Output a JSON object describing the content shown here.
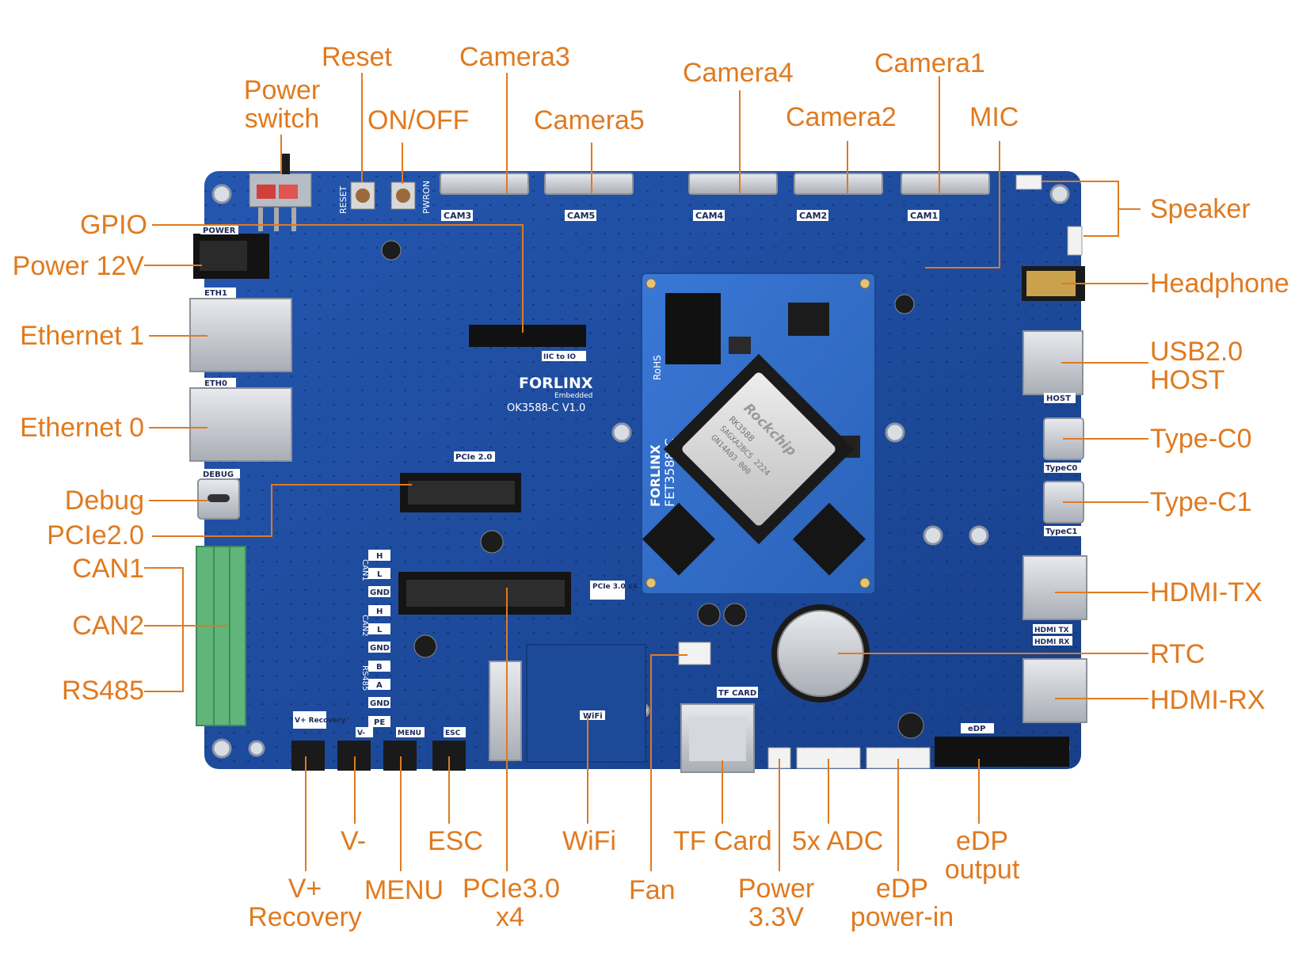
{
  "board": {
    "brand": "FORLINX",
    "brand_sub": "Embedded",
    "model": "OK3588-C V1.0",
    "som_brand": "FORLINX",
    "som_model": "FET3588-C",
    "som_rohs": "RoHS",
    "chip_brand": "Rockchip",
    "chip_line1": "RK3588",
    "chip_line2": "SAGXA2BC5 2224",
    "chip_line3": "GN14A03 000",
    "silk": {
      "power": "POWER",
      "eth1": "ETH1",
      "eth0": "ETH0",
      "debug": "DEBUG",
      "reset": "RESET",
      "pwron": "PWRON",
      "cam3": "CAM3",
      "cam5": "CAM5",
      "cam4": "CAM4",
      "cam2": "CAM2",
      "cam1": "CAM1",
      "host": "HOST",
      "typec0": "TypeC0",
      "typec1": "TypeC1",
      "hdmi_tx": "HDMI TX",
      "hdmi_rx": "HDMI RX",
      "pcie2": "PCIe 2.0",
      "pcie3": "PCIe 3.0 x4",
      "wifi": "WiFi",
      "tf_card": "TF CARD",
      "edp": "eDP",
      "iic_io": "IIC to IO",
      "can1": "CAN1",
      "can2": "CAN2",
      "rs485": "RS485",
      "h": "H",
      "l": "L",
      "gnd": "GND",
      "b": "B",
      "a": "A",
      "pe": "PE",
      "vplus_recovery": "V+ Recovery",
      "vminus": "V-",
      "menu": "MENU",
      "esc": "ESC"
    }
  },
  "labels": {
    "power_switch": "Power\nswitch",
    "reset": "Reset",
    "on_off": "ON/OFF",
    "camera3": "Camera3",
    "camera5": "Camera5",
    "camera4": "Camera4",
    "camera2": "Camera2",
    "camera1": "Camera1",
    "mic": "MIC",
    "speaker": "Speaker",
    "headphone": "Headphone",
    "usb_host": "USB2.0\nHOST",
    "type_c0": "Type-C0",
    "type_c1": "Type-C1",
    "hdmi_tx": "HDMI-TX",
    "rtc": "RTC",
    "hdmi_rx": "HDMI-RX",
    "gpio": "GPIO",
    "power_12v": "Power 12V",
    "ethernet1": "Ethernet 1",
    "ethernet0": "Ethernet 0",
    "debug": "Debug",
    "pcie20": "PCIe2.0",
    "can1": "CAN1",
    "can2": "CAN2",
    "rs485": "RS485",
    "v_plus_recovery": "V+\nRecovery",
    "v_minus": "V-",
    "menu": "MENU",
    "esc": "ESC",
    "pcie30": "PCIe3.0\nx4",
    "wifi": "WiFi",
    "fan": "Fan",
    "tf_card": "TF Card",
    "power_33v": "Power\n3.3V",
    "adc": "5x ADC",
    "edp_power_in": "eDP\npower-in",
    "edp_output": "eDP\noutput"
  },
  "colors": {
    "label": "#e07a1f",
    "pcb": "#1f4fa0",
    "pcb_dark": "#173e85",
    "connector_silver": "#c9ccd2",
    "terminal_green": "#5fb57a"
  }
}
